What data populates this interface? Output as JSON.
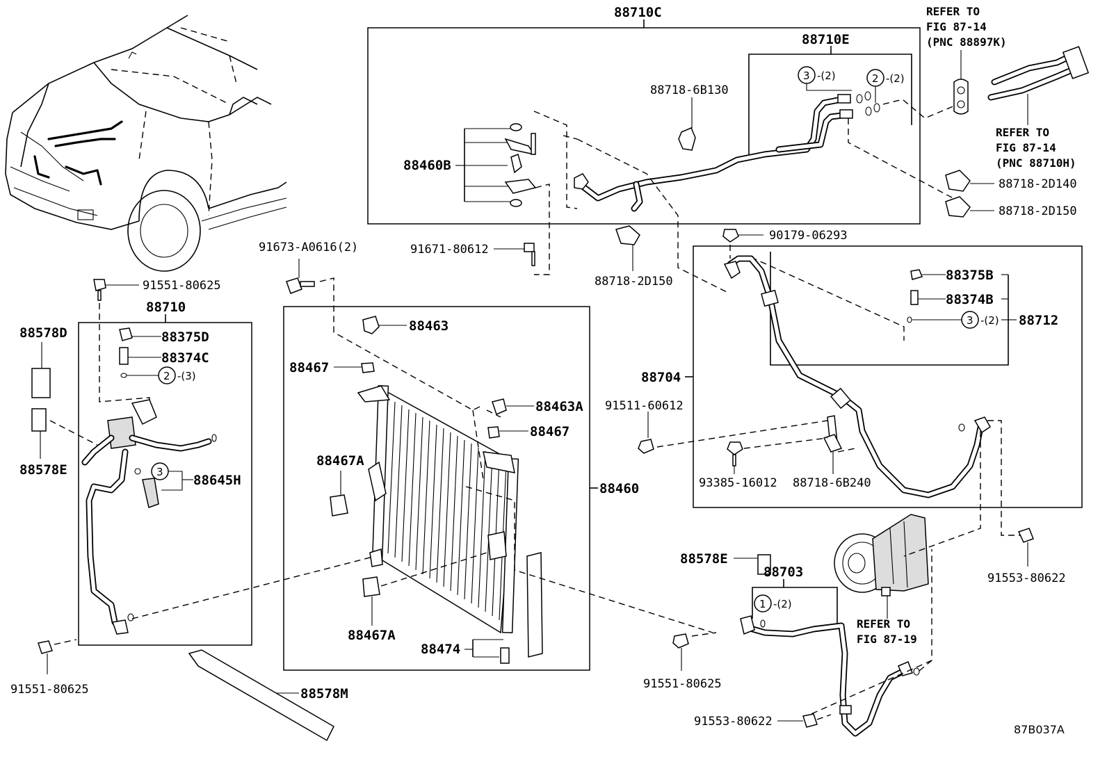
{
  "labels": {
    "l88710C": "88710C",
    "l88710E": "88710E",
    "l88718_6B130": "88718-6B130",
    "l88460B": "88460B",
    "l91671_80612": "91671-80612",
    "l88718_2D150a": "88718-2D150",
    "l88718_2D140": "88718-2D140",
    "l88718_2D150b": "88718-2D150",
    "l90179_06293": "90179-06293",
    "l88375B": "88375B",
    "l88374B": "88374B",
    "l88712": "88712",
    "l88704": "88704",
    "l91511_60612": "91511-60612",
    "l93385_16012": "93385-16012",
    "l88718_6B240": "88718-6B240",
    "l91673_A0616": "91673-A0616(2)",
    "l91551_80625a": "91551-80625",
    "l88710": "88710",
    "l88578D": "88578D",
    "l88375D": "88375D",
    "l88374C": "88374C",
    "l88578E_a": "88578E",
    "l88645H": "88645H",
    "l91551_80625b": "91551-80625",
    "l88463": "88463",
    "l88467a": "88467",
    "l88463A": "88463A",
    "l88467b": "88467",
    "l88467A_a": "88467A",
    "l88460": "88460",
    "l88467A_b": "88467A",
    "l88474": "88474",
    "l88578M": "88578M",
    "l88578E_b": "88578E",
    "l88703": "88703",
    "l91551_80625c": "91551-80625",
    "l91553_80622a": "91553-80622",
    "l91553_80622b": "91553-80622",
    "fig_code": "87B037A"
  },
  "refs": {
    "ref1": [
      "REFER TO",
      "FIG 87-14",
      "(PNC 88897K)"
    ],
    "ref2": [
      "REFER TO",
      "FIG 87-14",
      "(PNC 88710H)"
    ],
    "ref3": [
      "REFER TO",
      "FIG 87-19"
    ]
  },
  "callouts": {
    "c3_e": {
      "num": "3",
      "qty": "-(2)"
    },
    "c2_e": {
      "num": "2",
      "qty": "-(2)"
    },
    "c3_712": {
      "num": "3",
      "qty": "-(2)"
    },
    "c2_710": {
      "num": "2",
      "qty": "-(3)"
    },
    "c3_645": {
      "num": "3",
      "qty": ""
    },
    "c1_703": {
      "num": "1",
      "qty": "-(2)"
    }
  }
}
